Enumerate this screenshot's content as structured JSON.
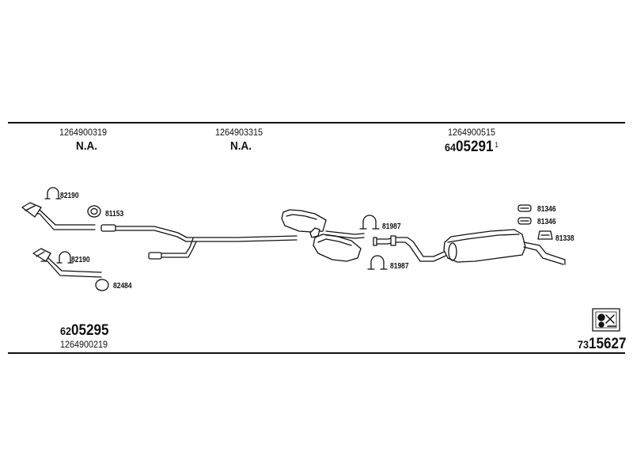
{
  "header": {
    "col1_part": "1264900319",
    "col1_status": "N.A.",
    "col2_part": "1264903315",
    "col2_status": "N.A.",
    "col3_part": "1264900515",
    "col3_code_prefix": "64",
    "col3_code_main": "05291",
    "col3_code_sup": "1"
  },
  "parts": [
    {
      "label": "82190",
      "icon": "clamp-icon"
    },
    {
      "label": "81153",
      "icon": "ring-gasket-icon"
    },
    {
      "label": "82190",
      "icon": "clamp-icon"
    },
    {
      "label": "82484",
      "icon": "ring-gasket-icon"
    },
    {
      "label": "81987",
      "icon": "clamp-icon"
    },
    {
      "label": "81987",
      "icon": "clamp-icon"
    },
    {
      "label": "81346",
      "icon": "rubber-mount-icon"
    },
    {
      "label": "81346",
      "icon": "rubber-mount-icon"
    },
    {
      "label": "81338",
      "icon": "rubber-mount-icon"
    }
  ],
  "footer": {
    "left_code_prefix": "62",
    "left_code_main": "05295",
    "left_part": "1264900219",
    "right_code_prefix": "73",
    "right_code_main": "15627",
    "right_icon": "gearbox-icon"
  }
}
